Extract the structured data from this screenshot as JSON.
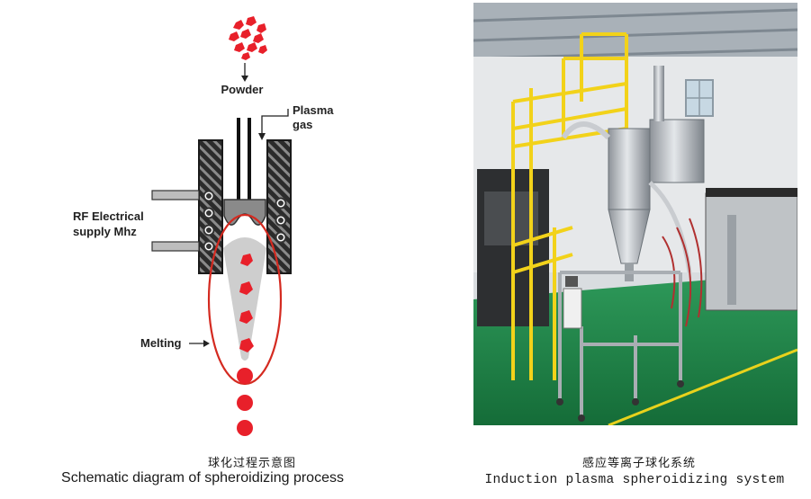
{
  "schematic": {
    "labels": {
      "powder": "Powder",
      "plasma_line1": "Plasma",
      "plasma_line2": "gas",
      "rf_line1": "RF Electrical",
      "rf_line2": "supply Mhz",
      "melting": "Melting"
    },
    "caption_cn": "球化过程示意图",
    "caption_en": "Schematic diagram of spheroidizing process",
    "colors": {
      "particle": "#e8202a",
      "coil": "#333333",
      "ellipse": "#d42a20"
    }
  },
  "photo": {
    "caption_cn": "感应等离子球化系统",
    "caption_en": "Induction plasma spheroidizing system",
    "colors": {
      "floor": "#1f8a4a",
      "railing": "#f2d21a",
      "steel": "#c9ccd0"
    }
  }
}
